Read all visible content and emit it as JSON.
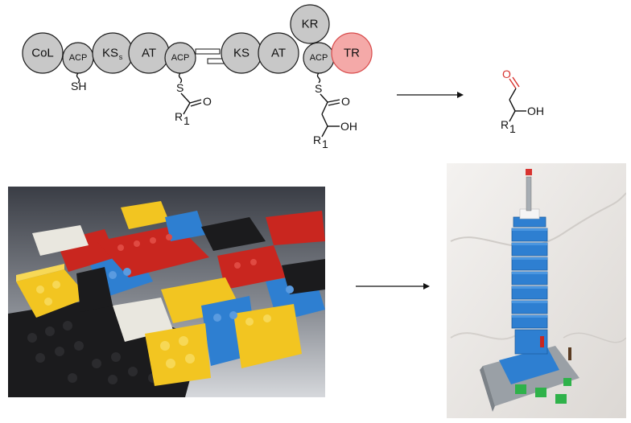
{
  "modules": [
    {
      "key": "col",
      "label": "CoL",
      "sub": ""
    },
    {
      "key": "acp1",
      "label": "ACP",
      "sub": ""
    },
    {
      "key": "ks1",
      "label": "KS",
      "sub": "s"
    },
    {
      "key": "at1",
      "label": "AT",
      "sub": ""
    },
    {
      "key": "acp2",
      "label": "ACP",
      "sub": ""
    },
    {
      "key": "ks2",
      "label": "KS",
      "sub": ""
    },
    {
      "key": "at2",
      "label": "AT",
      "sub": ""
    },
    {
      "key": "kr",
      "label": "KR",
      "sub": ""
    },
    {
      "key": "acp3",
      "label": "ACP",
      "sub": ""
    },
    {
      "key": "tr",
      "label": "TR",
      "sub": ""
    }
  ],
  "chem": {
    "sh": "SH",
    "s": "S",
    "o": "O",
    "r": "R",
    "r_sub": "1",
    "oh": "OH"
  },
  "colors": {
    "module_fill": "#c8c8c8",
    "tr_fill": "#f4a9a8",
    "tr_stroke": "#d84a4a",
    "aldehyde_oxygen": "#d8332f",
    "lego_blue": "#2e7fd1",
    "lego_yellow": "#f2c521",
    "lego_red": "#c9261f"
  },
  "images": [
    {
      "key": "lego-pile",
      "description_icon": "lego-bricks-pile-image"
    },
    {
      "key": "lego-tower",
      "description_icon": "lego-tower-model-image"
    }
  ]
}
